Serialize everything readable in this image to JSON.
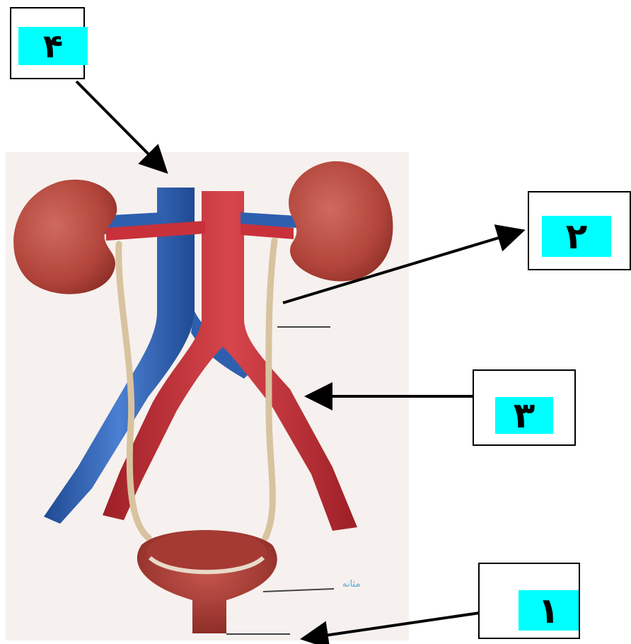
{
  "labels": {
    "l1": "١",
    "l2": "٢",
    "l3": "٣",
    "l4": "۴"
  },
  "annotations": {
    "bladder": "مثانه"
  },
  "colors": {
    "label_highlight": "#00ffff",
    "kidney": "#b4483e",
    "artery": "#c8313a",
    "vein": "#2e5fae",
    "ureter": "#d8c3a0",
    "bladder": "#b2403a"
  }
}
